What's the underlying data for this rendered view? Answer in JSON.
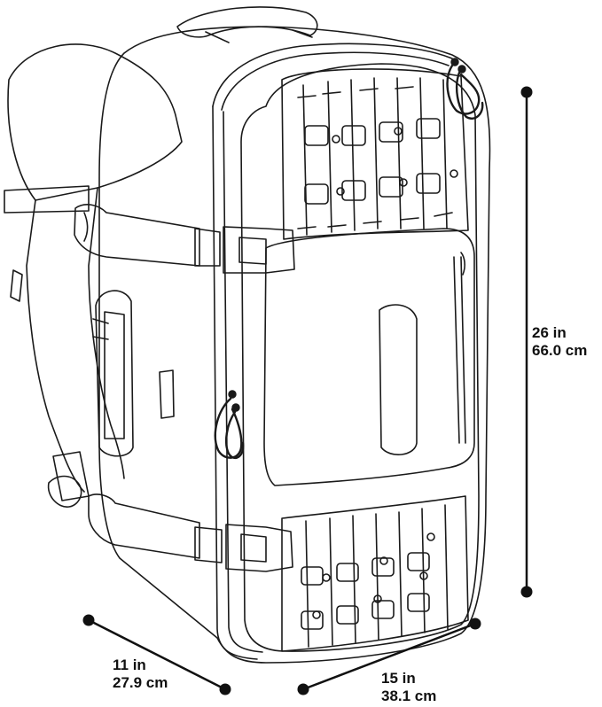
{
  "dimensions": {
    "height": {
      "imperial": "26 in",
      "metric": "66.0 cm"
    },
    "depth": {
      "imperial": "11 in",
      "metric": "27.9 cm"
    },
    "width": {
      "imperial": "15 in",
      "metric": "38.1 cm"
    }
  },
  "colors": {
    "line": "#1a1a1a",
    "background": "#ffffff"
  }
}
